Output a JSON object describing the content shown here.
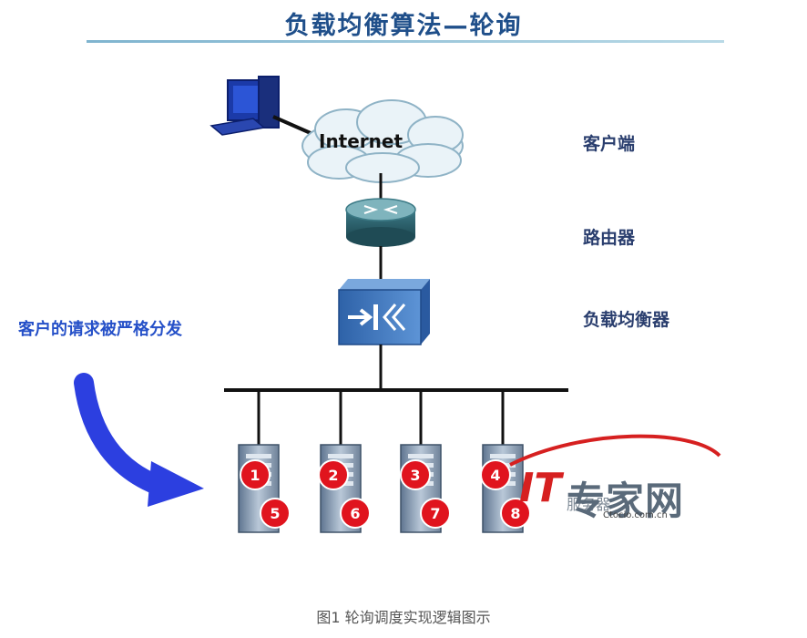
{
  "title": "负载均衡算法—轮询",
  "labels": {
    "client": "客户端",
    "router": "路由器",
    "load_balancer": "负载均衡器",
    "dispatch_note": "客户的请求被严格分发",
    "internet": "Internet",
    "servers": "服务器"
  },
  "servers": [
    {
      "id": "server-1",
      "top": "1",
      "bottom": "5"
    },
    {
      "id": "server-2",
      "top": "2",
      "bottom": "6"
    },
    {
      "id": "server-3",
      "top": "3",
      "bottom": "7"
    },
    {
      "id": "server-4",
      "top": "4",
      "bottom": "8"
    }
  ],
  "watermark": {
    "it": "IT",
    "cn": "专家网",
    "url": "Ctocio.com.cn"
  },
  "caption": "图1 轮询调度实现逻辑图示",
  "colors": {
    "title": "#1f4f8a",
    "arrow": "#2c3fe0",
    "badge": "#e0141e",
    "label": "#2a3e6e"
  }
}
